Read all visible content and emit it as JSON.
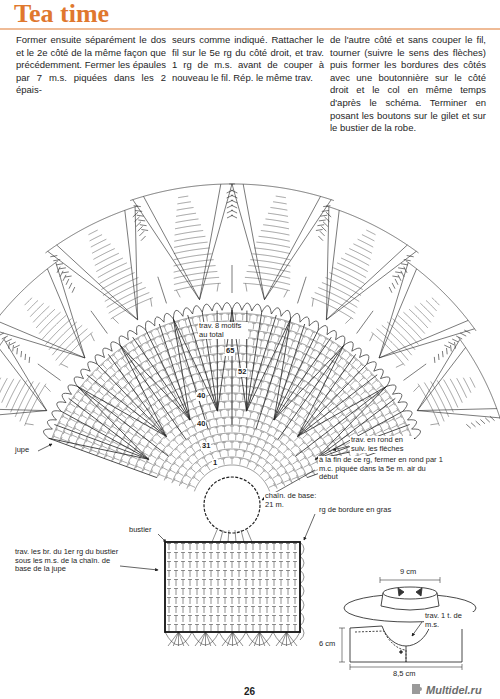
{
  "diagram": {
    "title": "Tea time",
    "labels": [
      "Former ensuite séparément le dos et le 2e côté de la même façon que précédemment. Fermer les épaules par 7 m.s. piquées dans les 2 épais-",
      "seurs comme indiqué. Rattacher le fil sur le 5e rg du côté droit, et trav. 1 rg de m.s. avant de couper à nouveau le fil. Rép. le même trav.",
      "de l'autre côté et sans couper le fil, tourner (suivre le sens des flèches) puis former les bordures des côtés avec une boutonnière sur le côté droit et le col en même temps d'après le schéma. Terminer en posant les boutons sur le gilet et sur le bustier de la robe.",
      "trav. 8 motifs au total",
      "65",
      "52",
      "40",
      "40",
      "31",
      "1",
      "jupe",
      "trav. en rond en suiv. les flèches",
      "à la fin de ce rg, fermer en rond par 1 m.c. piquée dans la 5e m. air du début",
      "chaîn. de base: 21 m.",
      "rg de bordure en gras",
      "bustier",
      "trav. les br. du 1er rg du bustier sous les m.s. de la chaîn. de base de la jupe",
      "9 cm",
      "trav. 1 t. de m.s.",
      "6 cm",
      "8,5 cm",
      "26",
      "Multidel.ru"
    ]
  }
}
